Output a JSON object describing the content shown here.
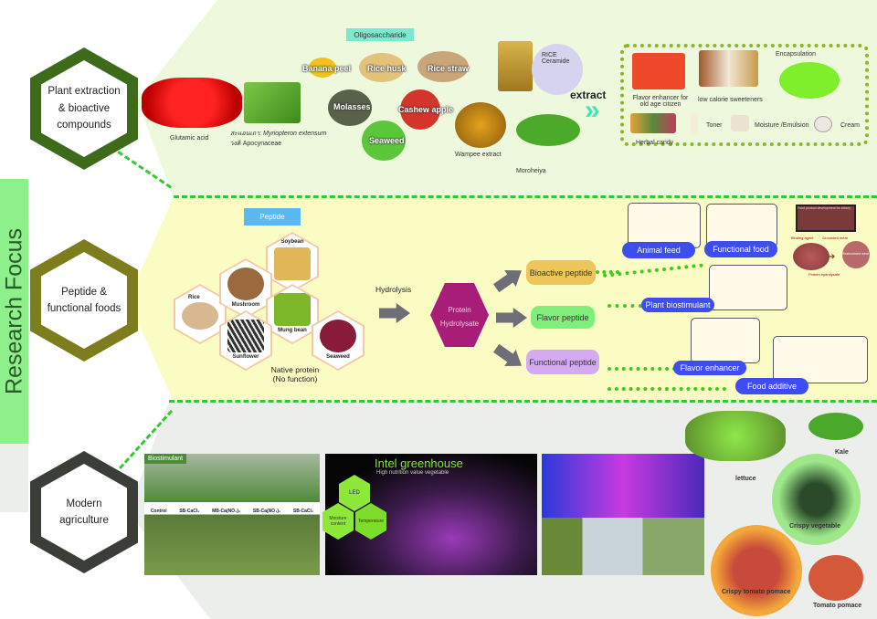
{
  "side_label": "Research Focus",
  "sections": {
    "plant": {
      "title": "Plant extraction & bioactive compounds",
      "oligo_tag": "Oligosaccharide",
      "items": {
        "glutamic": "Glutamic acid",
        "myriopteron_1": "สะแอนเถา: Myriopteron extensum",
        "myriopteron_2": "วงศ์ Apocynaceae",
        "banana": "Banana peel",
        "rice_husk": "Rice husk",
        "rice_straw": "Rice straw",
        "molasses": "Molasses",
        "cashew": "Cashew apple",
        "seaweed": "Seaweed",
        "wampee": "Wampee  extract",
        "ceramide": "RICE Ceramide",
        "moroheiya": "Moroheiya"
      },
      "extract_label": "extract",
      "products": {
        "flavor": "Flavor enhancer for old age citizen",
        "sweeteners": "low calorie sweeteners",
        "encapsulation": "Encapsulation",
        "candy": "Herbal candy",
        "toner": "Toner",
        "moisture": "Moisture /Emulsion",
        "cream": "Cream"
      }
    },
    "peptide": {
      "title": "Peptide & functional foods",
      "peptide_tag": "Peptide",
      "sources": [
        "Soybean",
        "Rice",
        "Mushroom",
        "Mung bean",
        "Sunflower",
        "Seaweed"
      ],
      "native_1": "Native protein",
      "native_2": "(No function)",
      "hydrolysis": "Hydrolysis",
      "hydrolysate_1": "Protein",
      "hydrolysate_2": "Hydrolysate",
      "types": [
        "Bioactive peptide",
        "Flavor peptide",
        "Functional peptide"
      ],
      "applications": [
        "Animal feed",
        "Functional food",
        "Plant biostimulant",
        "Flavor enhancer",
        "Food additive"
      ],
      "meat_panel": {
        "title": "Food product development for elderly",
        "binding": "Binding agent",
        "grounded": "Grounded meat",
        "hydrolysate": "Protein hydrolysate",
        "restructured": "Restructured meat"
      }
    },
    "agri": {
      "title": "Modern agriculture",
      "biostimulant": "Biostimulant",
      "treatments": [
        "Control",
        "SB-CaCl₂",
        "MB-Ca(NO₃)₂",
        "SB-Ca(NO₃)₂",
        "SB-CaCl₂"
      ],
      "greenhouse_title": "Intel greenhouse",
      "greenhouse_sub": "High nutrition value vegetable",
      "factors": [
        "LED",
        "Moisture content",
        "Temperature"
      ],
      "produce": [
        "lettuce",
        "Kale",
        "Crispy vegetable",
        "Crispy tomato pomace",
        "Tomato pomace"
      ]
    }
  },
  "colors": {
    "band_plant": "#eef8dc",
    "band_peptide": "#fbfbc4",
    "band_agri": "#eceeec",
    "hex_plant": "#3d6b1a",
    "hex_peptide": "#7d7d1d",
    "hex_agri": "#3a3d38",
    "dashed": "#34c934",
    "blue_pill": "#3d4df0"
  }
}
